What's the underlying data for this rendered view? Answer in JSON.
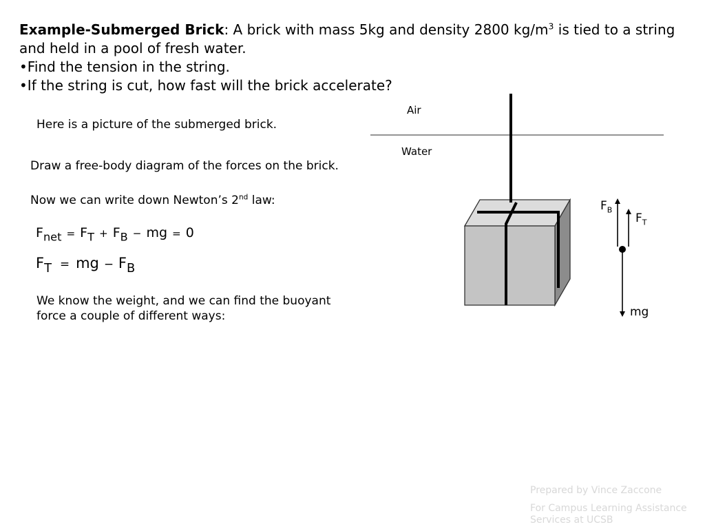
{
  "problem": {
    "title": "Example-Submerged Brick",
    "statement_pre": ":  A brick with mass 5kg and density 2800 kg/m",
    "statement_exp": "3",
    "statement_post": " is tied to a string and held in a pool of fresh water.",
    "bullets": [
      "•Find the tension in the string.",
      "•If the string is cut, how fast will the brick accelerate?"
    ]
  },
  "steps": {
    "picture": "Here is a picture of the submerged brick.",
    "free_body": "Draw a free-body diagram of the forces on the brick.",
    "newton_pre": "Now we can write down Newton’s 2",
    "newton_sup": "nd",
    "newton_post": " law:",
    "weight": "We know the weight, and we can find the buoyant force a couple of different ways:"
  },
  "equations": {
    "eq1": {
      "fnet": "F",
      "fnet_sub": "net",
      "eq": "=",
      "ft": "F",
      "ft_sub": "T",
      "plus": "+",
      "fb": "F",
      "fb_sub": "B",
      "minus": "−",
      "mg": "mg",
      "eq2": "=",
      "zero": "0"
    },
    "eq2": {
      "ft": "F",
      "ft_sub": "T",
      "eq": "=",
      "mg": "mg",
      "minus": "−",
      "fb": "F",
      "fb_sub": "B"
    }
  },
  "diagram": {
    "air_label": "Air",
    "water_label": "Water",
    "fb_label": "F",
    "fb_sub": "B",
    "ft_label": "F",
    "ft_sub": "T",
    "mg_label": "mg"
  },
  "footer": {
    "line1": "Prepared by Vince Zaccone",
    "line2": "For Campus Learning Assistance Services at UCSB"
  }
}
